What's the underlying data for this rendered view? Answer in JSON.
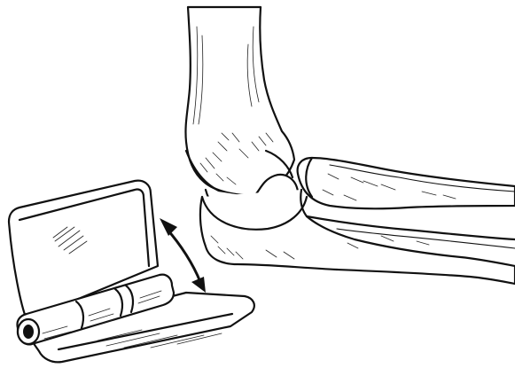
{
  "figure": {
    "subject": "analogy",
    "parts": [
      "humerus-bone",
      "ulna-bone",
      "hinge",
      "motion-arrow"
    ],
    "colors": {
      "ink": "#111111",
      "background": "#ffffff"
    }
  }
}
